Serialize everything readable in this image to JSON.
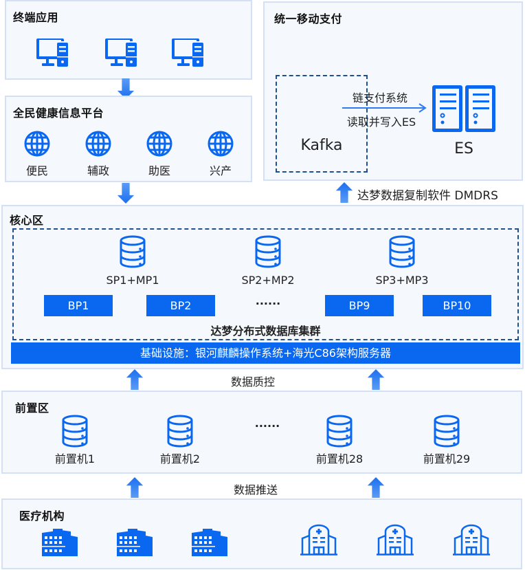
{
  "terminal": {
    "title": "终端应用",
    "icons": [
      "desktop-computer-icon",
      "desktop-computer-icon",
      "desktop-computer-icon"
    ]
  },
  "platform": {
    "title": "全民健康信息平台",
    "items": [
      {
        "label": "便民",
        "icon": "globe-icon"
      },
      {
        "label": "辅政",
        "icon": "globe-icon"
      },
      {
        "label": "助医",
        "icon": "globe-icon"
      },
      {
        "label": "兴产",
        "icon": "globe-icon"
      }
    ]
  },
  "payment": {
    "title": "统一移动支付",
    "kafka_label": "Kafka",
    "flow_label_top": "链支付系统",
    "flow_label_bottom": "读取并写入ES",
    "es_label": "ES",
    "es_icon": "server-rack-icon"
  },
  "replication": {
    "label": "达梦数据复制软件 DMDRS"
  },
  "core": {
    "title": "核心区",
    "sp_nodes": [
      {
        "label": "SP1+MP1",
        "icon": "database-icon"
      },
      {
        "label": "SP2+MP2",
        "icon": "database-icon"
      },
      {
        "label": "SP3+MP3",
        "icon": "database-icon"
      }
    ],
    "bp_nodes": [
      "BP1",
      "BP2",
      "BP9",
      "BP10"
    ],
    "ellipsis": "······",
    "cluster_label": "达梦分布式数据库集群",
    "infrastructure": "基础设施：银河麒麟操作系统+海光C86架构服务器"
  },
  "quality_label": "数据质控",
  "front": {
    "title": "前置区",
    "machines": [
      "前置机1",
      "前置机2",
      "前置机28",
      "前置机29"
    ],
    "ellipsis": "······"
  },
  "push_label": "数据推送",
  "medical": {
    "title": "医疗机构",
    "icons": [
      "office-building-icon",
      "office-building-icon",
      "office-building-icon",
      "hospital-icon",
      "hospital-icon",
      "hospital-icon"
    ]
  },
  "colors": {
    "primary": "#0a68f0",
    "panel_bg": "#f5f8fd",
    "panel_border": "#d3e0f5",
    "dash_border": "#1d4f91"
  }
}
